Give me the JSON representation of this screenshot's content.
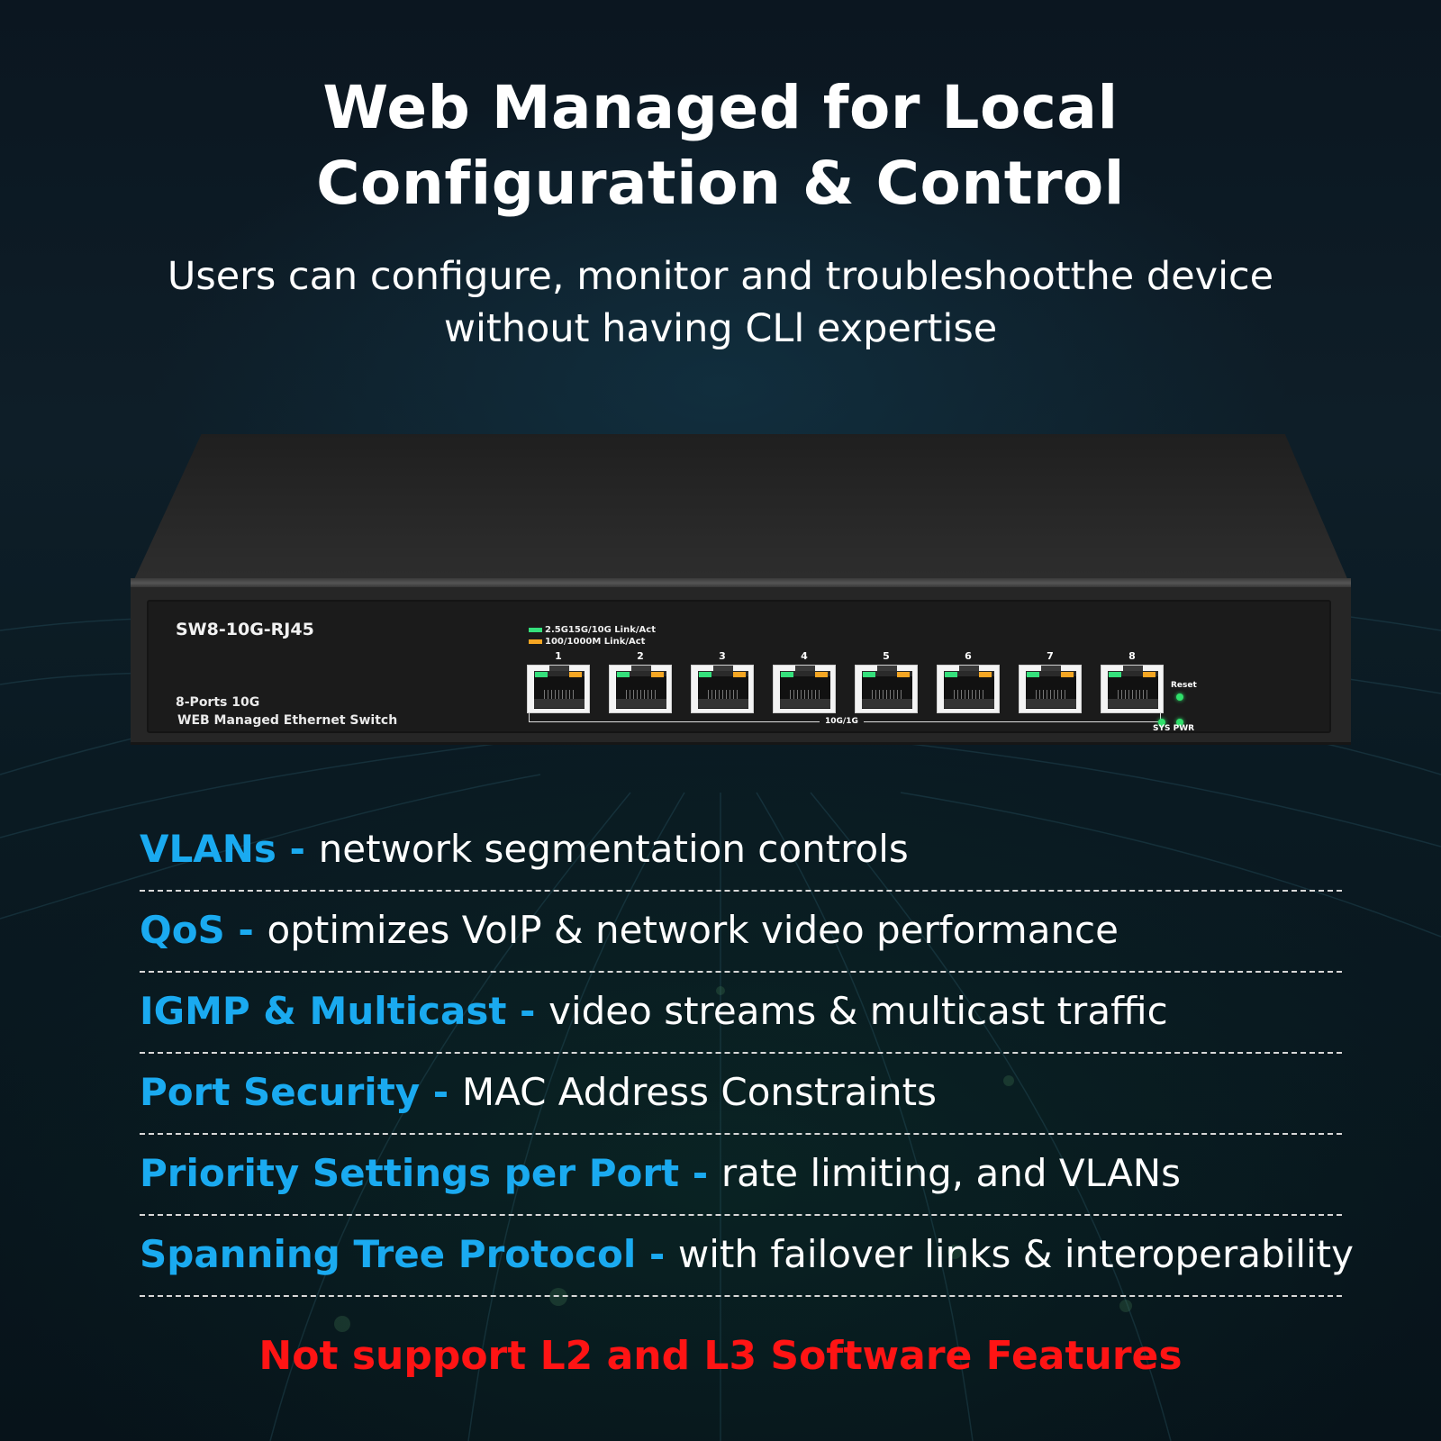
{
  "title": {
    "line1": "Web Managed for Local",
    "line2": "Configuration & Control"
  },
  "subtitle": {
    "line1": "Users can configure, monitor and troubleshootthe device",
    "line2": "without having CLl expertise"
  },
  "device": {
    "model": "SW8-10G-RJ45",
    "description_line1": "8-Ports 10G",
    "description_line2": "WEB Managed Ethernet Switch",
    "legend": [
      {
        "label": "2.5G15G/10G Link/Act",
        "color": "#35e07c"
      },
      {
        "label": "100/1000M Link/Act",
        "color": "#f5a623"
      }
    ],
    "ports": [
      {
        "number": "1"
      },
      {
        "number": "2"
      },
      {
        "number": "3"
      },
      {
        "number": "4"
      },
      {
        "number": "5"
      },
      {
        "number": "6"
      },
      {
        "number": "7"
      },
      {
        "number": "8"
      }
    ],
    "port_group_label": "10G/1G",
    "reset_label": "Reset",
    "status_label": "SYS PWR",
    "led_color": "#2fe06a"
  },
  "features": [
    {
      "key": "VLANs",
      "sep": " - ",
      "desc": "network segmentation controls"
    },
    {
      "key": "QoS",
      "sep": " - ",
      "desc": "optimizes VoIP & network video performance"
    },
    {
      "key": "IGMP & Multicast",
      "sep": " - ",
      "desc": "video streams & multicast traffic"
    },
    {
      "key": "Port Security",
      "sep": " - ",
      "desc": "MAC Address Constraints"
    },
    {
      "key": "Priority Settings per Port",
      "sep": " - ",
      "desc": "rate limiting, and VLANs"
    },
    {
      "key": "Spanning Tree Protocol",
      "sep": " - ",
      "desc": "with failover  links & interoperability"
    }
  ],
  "notice": "Not support L2 and L3 Software Features",
  "colors": {
    "accent": "#1aaaf0",
    "warning": "#ff1414",
    "background": "#0b1620"
  }
}
